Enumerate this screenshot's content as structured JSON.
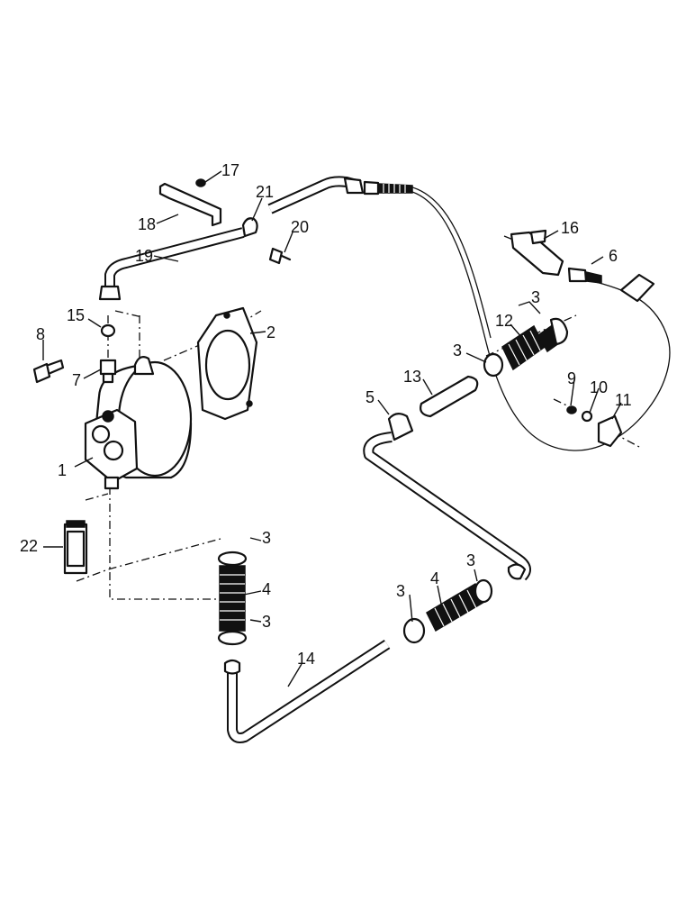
{
  "figure": {
    "callouts": [
      {
        "id": "c1",
        "text": "1"
      },
      {
        "id": "c2",
        "text": "2"
      },
      {
        "id": "c3a",
        "text": "3"
      },
      {
        "id": "c3b",
        "text": "3"
      },
      {
        "id": "c3c",
        "text": "3"
      },
      {
        "id": "c3d",
        "text": "3"
      },
      {
        "id": "c3e",
        "text": "3"
      },
      {
        "id": "c3f",
        "text": "3"
      },
      {
        "id": "c4a",
        "text": "4"
      },
      {
        "id": "c4b",
        "text": "4"
      },
      {
        "id": "c5",
        "text": "5"
      },
      {
        "id": "c6",
        "text": "6"
      },
      {
        "id": "c7",
        "text": "7"
      },
      {
        "id": "c8",
        "text": "8"
      },
      {
        "id": "c9",
        "text": "9"
      },
      {
        "id": "c10",
        "text": "10"
      },
      {
        "id": "c11",
        "text": "11"
      },
      {
        "id": "c12",
        "text": "12"
      },
      {
        "id": "c13",
        "text": "13"
      },
      {
        "id": "c14",
        "text": "14"
      },
      {
        "id": "c15",
        "text": "15"
      },
      {
        "id": "c16",
        "text": "16"
      },
      {
        "id": "c17",
        "text": "17"
      },
      {
        "id": "c18",
        "text": "18"
      },
      {
        "id": "c19",
        "text": "19"
      },
      {
        "id": "c20",
        "text": "20"
      },
      {
        "id": "c21",
        "text": "21"
      },
      {
        "id": "c22",
        "text": "22"
      }
    ]
  }
}
